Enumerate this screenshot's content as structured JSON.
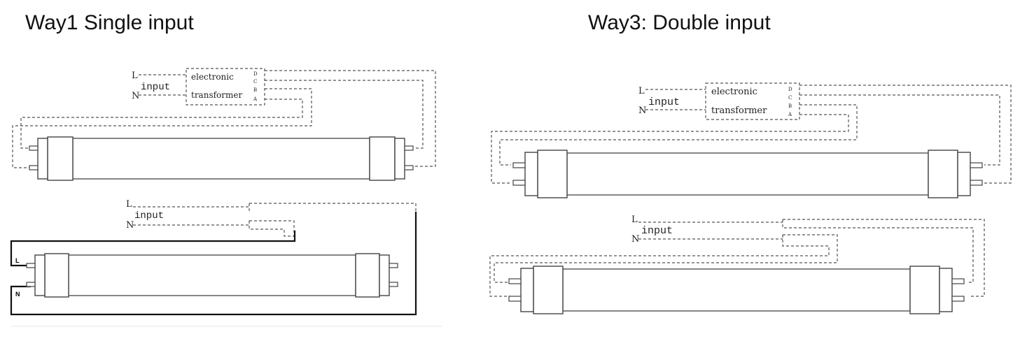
{
  "titles": {
    "left": "Way1 Single input",
    "right": "Way3: Double input"
  },
  "transformer": {
    "line1": "electronic",
    "line2": "transformer",
    "terminal_d": "D",
    "terminal_c": "C",
    "terminal_b": "B",
    "terminal_a": "A"
  },
  "labels": {
    "L": "L",
    "N": "N",
    "input": "input"
  }
}
